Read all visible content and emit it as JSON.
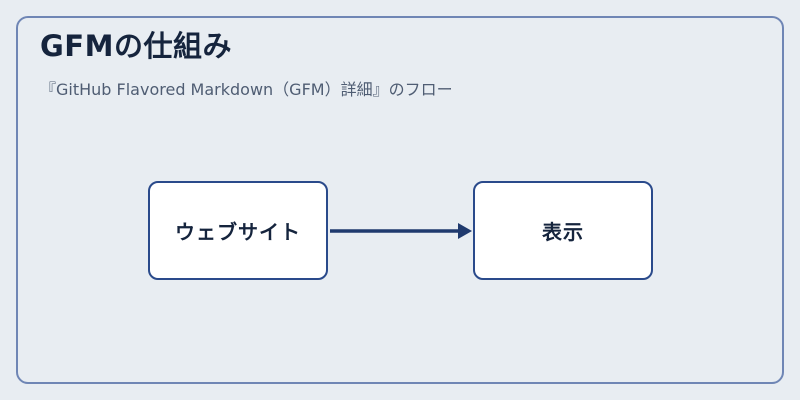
{
  "diagram": {
    "title": "GFMの仕組み",
    "subtitle": "『GitHub Flavored Markdown（GFM）詳細』のフロー",
    "nodes": [
      {
        "id": "website",
        "label": "ウェブサイト"
      },
      {
        "id": "display",
        "label": "表示"
      }
    ],
    "edges": [
      {
        "from": "website",
        "to": "display"
      }
    ]
  },
  "colors": {
    "background": "#e8edf2",
    "frame_border": "#6f86b5",
    "node_border": "#2a4a8b",
    "node_fill": "#ffffff",
    "arrow": "#1f3a6e",
    "title_text": "#15243d",
    "subtitle_text": "#4f5d73"
  }
}
